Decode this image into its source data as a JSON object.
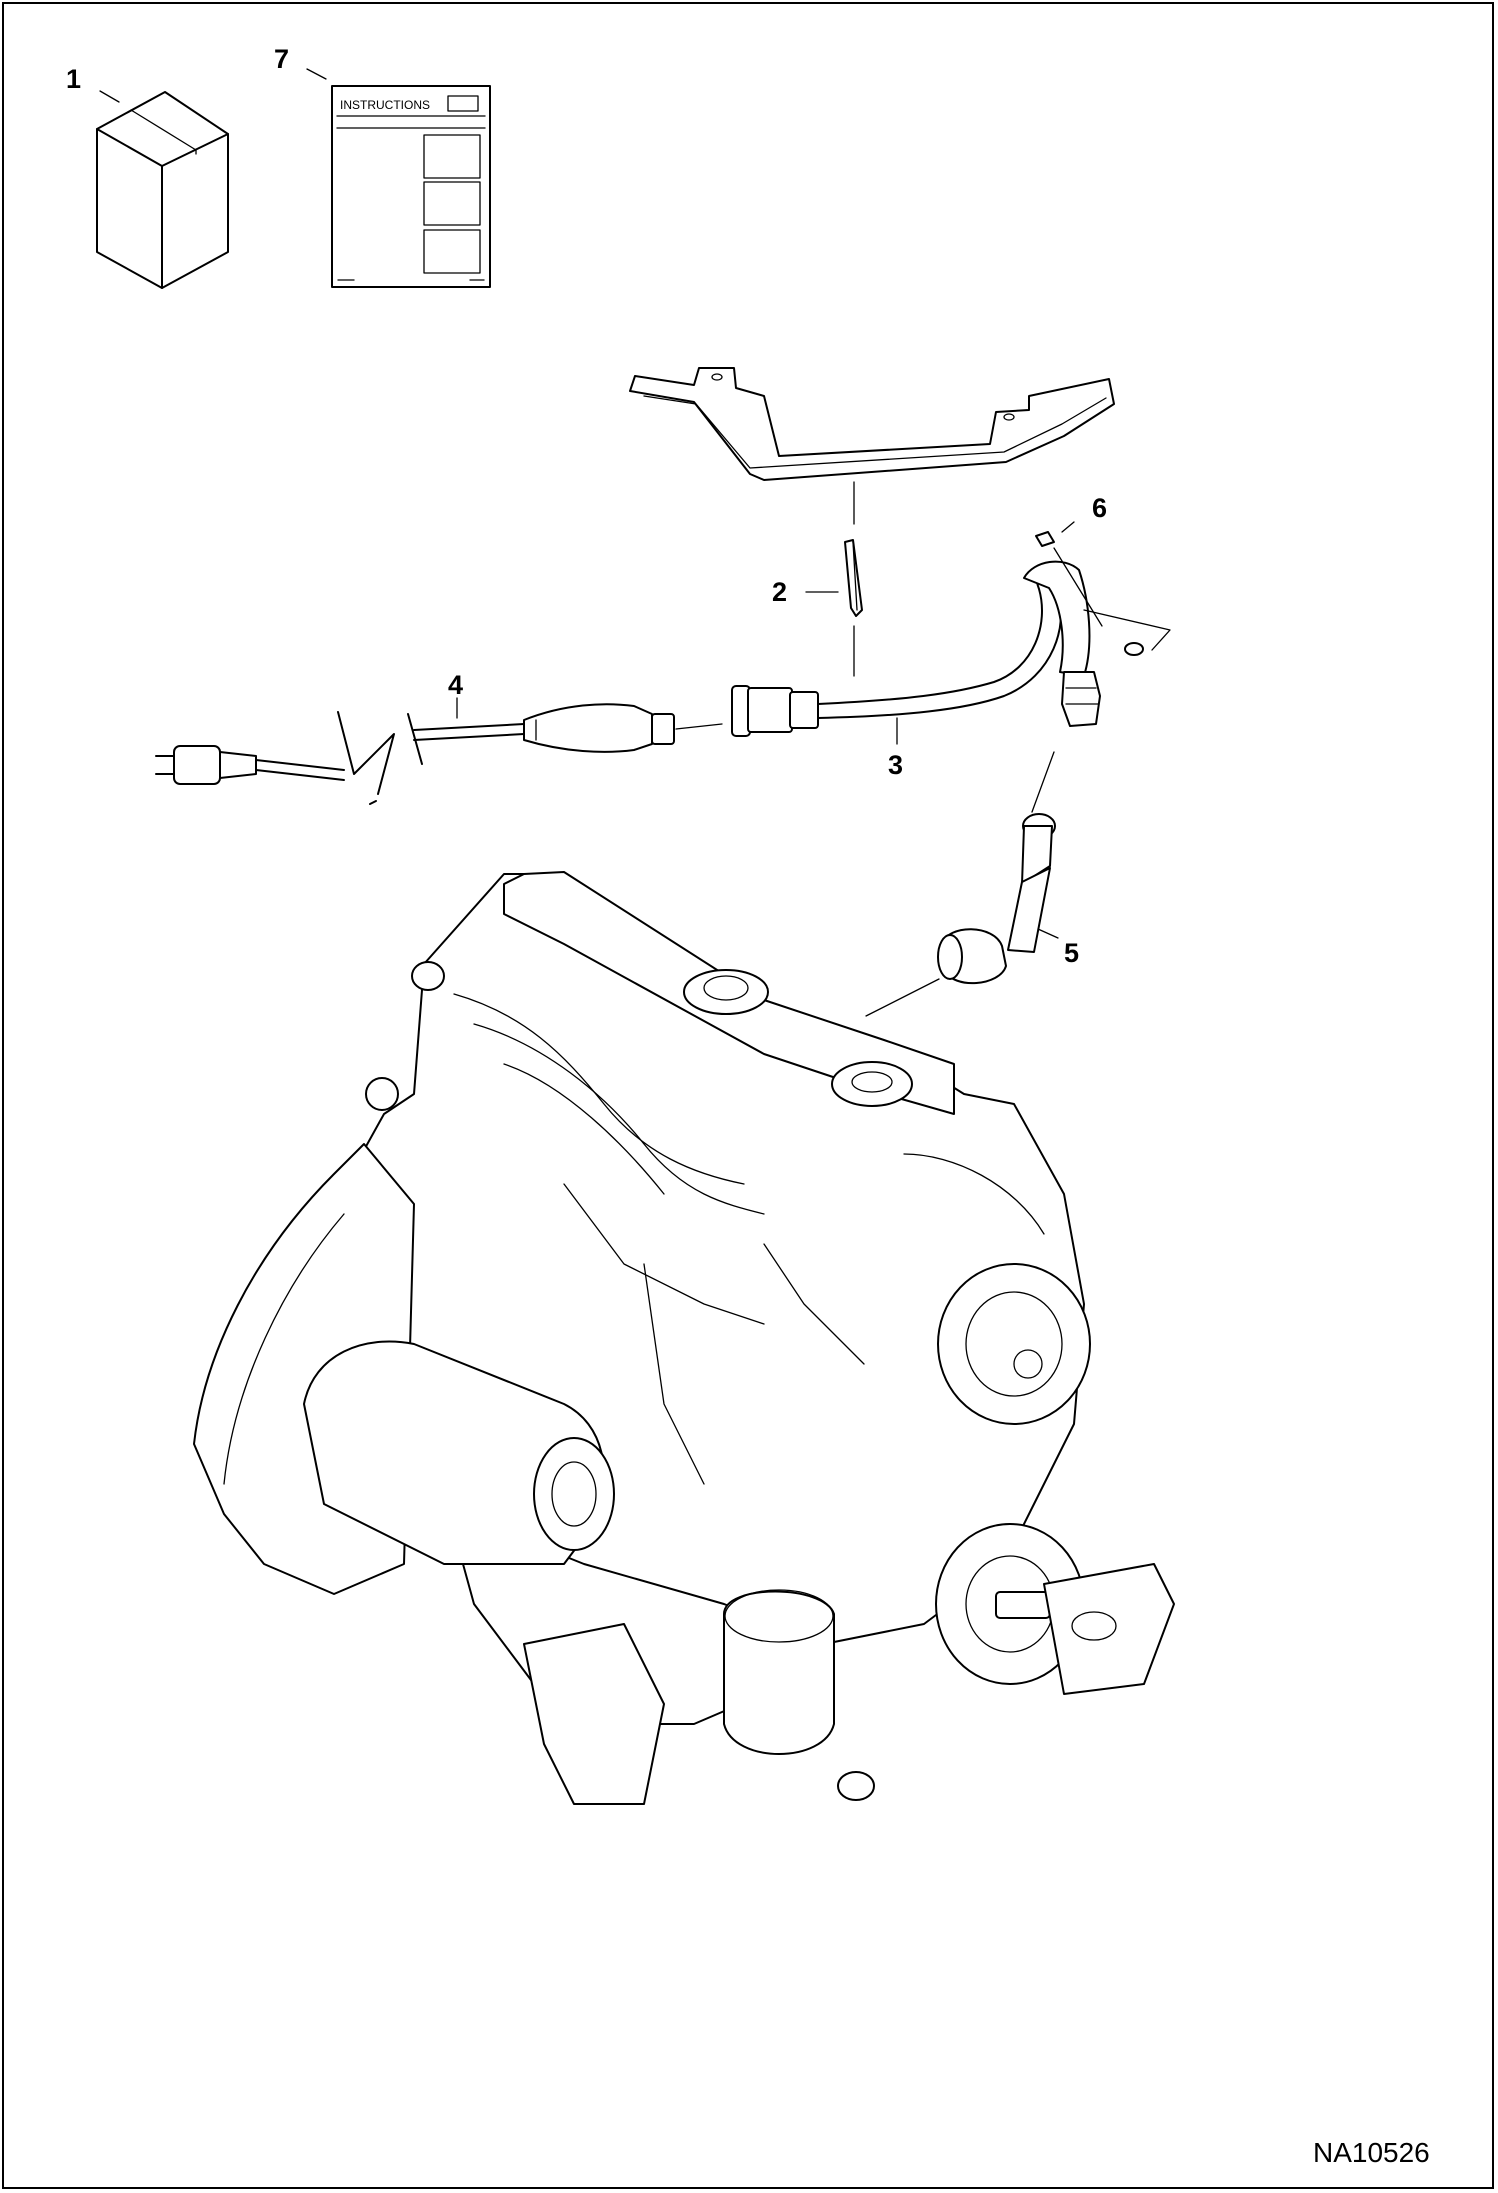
{
  "diagram": {
    "figure_id": "NA10526",
    "instruction_sheet_label": "INSTRUCTIONS",
    "callouts": [
      {
        "id": "1",
        "part": "kit-box"
      },
      {
        "id": "2",
        "part": "cable-tie"
      },
      {
        "id": "3",
        "part": "heater-harness"
      },
      {
        "id": "4",
        "part": "power-cord"
      },
      {
        "id": "5",
        "part": "block-heater-element"
      },
      {
        "id": "6",
        "part": "screw"
      },
      {
        "id": "7",
        "part": "instruction-sheet"
      }
    ]
  }
}
